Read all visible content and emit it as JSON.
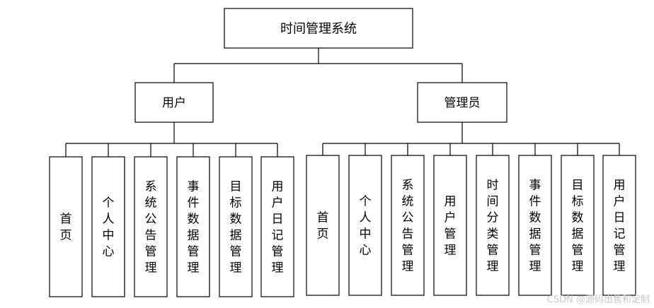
{
  "root": {
    "label": "时间管理系统"
  },
  "groups": [
    {
      "label": "用户",
      "children": [
        "首页",
        "个人中心",
        "系统公告管理",
        "事件数据管理",
        "目标数据管理",
        "用户日记管理"
      ]
    },
    {
      "label": "管理员",
      "children": [
        "首页",
        "个人中心",
        "系统公告管理",
        "用户管理",
        "时间分类管理",
        "事件数据管理",
        "目标数据管理",
        "用户日记管理"
      ]
    }
  ],
  "watermark": "CSDN @源码出售和定制"
}
